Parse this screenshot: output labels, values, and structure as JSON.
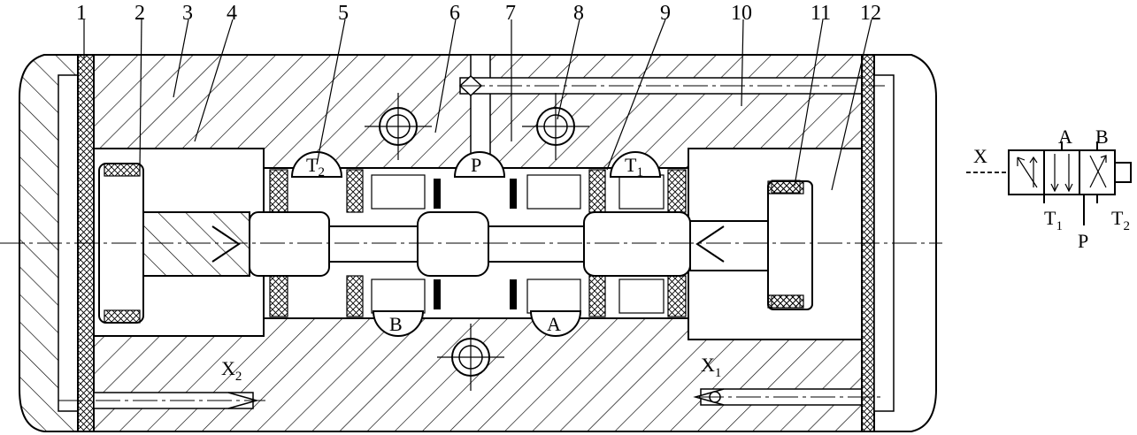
{
  "part_numbers": [
    "1",
    "2",
    "3",
    "4",
    "5",
    "6",
    "7",
    "8",
    "9",
    "10",
    "11",
    "12"
  ],
  "ports": {
    "t2": {
      "main": "T",
      "sub": "2"
    },
    "p": "P",
    "t1": {
      "main": "T",
      "sub": "1"
    },
    "b": "B",
    "a": "A",
    "x2": {
      "main": "X",
      "sub": "2"
    },
    "x1": {
      "main": "X",
      "sub": "1"
    }
  },
  "symbol": {
    "x": "X",
    "a": "A",
    "b": "B",
    "t1": {
      "main": "T",
      "sub": "1"
    },
    "p": "P",
    "t2": {
      "main": "T",
      "sub": "2"
    }
  }
}
